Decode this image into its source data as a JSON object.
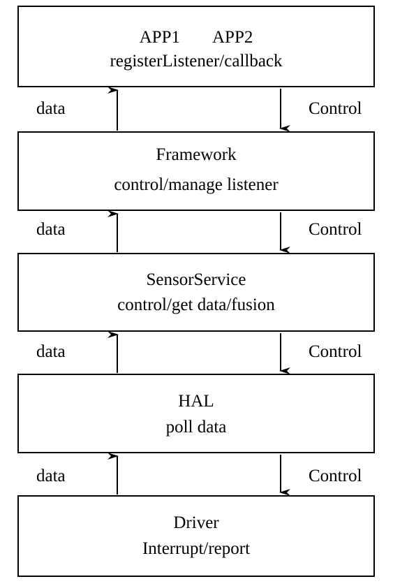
{
  "layers": [
    {
      "id": "app",
      "lines": [
        "APP1 APP2",
        "registerListener/callback"
      ],
      "line_segments": [
        "APP1",
        "APP2"
      ]
    },
    {
      "id": "framework",
      "lines": [
        "Framework",
        "control/manage listener"
      ]
    },
    {
      "id": "sensorservice",
      "lines": [
        "SensorService",
        "control/get data/fusion"
      ]
    },
    {
      "id": "hal",
      "lines": [
        "HAL",
        "poll data"
      ]
    },
    {
      "id": "driver",
      "lines": [
        "Driver",
        "Interrupt/report"
      ]
    }
  ],
  "connections": [
    {
      "up_label": "data",
      "down_label": "Control"
    },
    {
      "up_label": "data",
      "down_label": "Control"
    },
    {
      "up_label": "data",
      "down_label": "Control"
    },
    {
      "up_label": "data",
      "down_label": "Control"
    }
  ]
}
